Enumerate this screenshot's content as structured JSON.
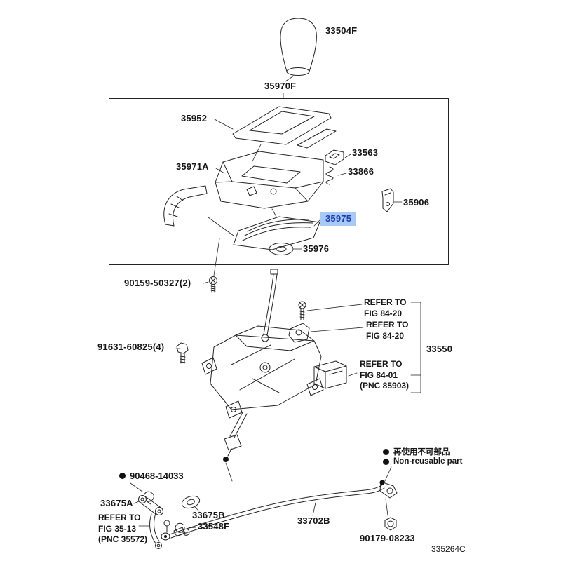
{
  "colors": {
    "highlight-bg": "#a6c9f5",
    "highlight-fg": "#1d3fae",
    "line": "#232323"
  },
  "diagram": {
    "code": "335264C",
    "parts": {
      "p33504F": "33504F",
      "p35970F": "35970F",
      "p35952": "35952",
      "p35971A": "35971A",
      "p33563": "33563",
      "p33866": "33866",
      "p35906": "35906",
      "p35975": "35975",
      "p35976": "35976",
      "p90159": "90159-50327(2)",
      "p91631": "91631-60825(4)",
      "p33550": "33550",
      "p90468": "90468-14033",
      "p33675A": "33675A",
      "p33675B": "33675B",
      "p33548F": "33548F",
      "p33702B": "33702B",
      "p90179": "90179-08233"
    },
    "notes": {
      "fig8420a": [
        "REFER TO",
        "FIG 84-20"
      ],
      "fig8420b": [
        "REFER TO",
        "FIG 84-20"
      ],
      "fig8401": [
        "REFER TO",
        "FIG 84-01",
        "(PNC 85903)"
      ],
      "fig3513": [
        "REFER TO",
        "FIG 35-13",
        "(PNC 35572)"
      ]
    },
    "legend": {
      "jp": "再使用不可部品",
      "en": "Non-reusable part"
    }
  }
}
